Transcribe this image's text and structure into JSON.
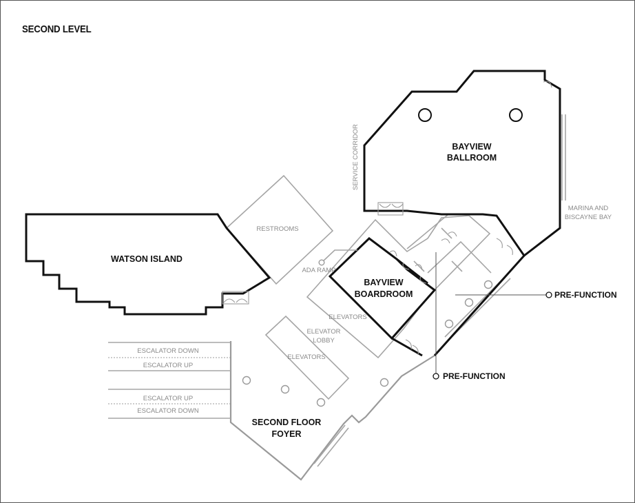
{
  "title": "SECOND LEVEL",
  "rooms": {
    "watson_island": "WATSON ISLAND",
    "bayview_ballroom_line1": "BAYVIEW",
    "bayview_ballroom_line2": "BALLROOM",
    "bayview_boardroom_line1": "BAYVIEW",
    "bayview_boardroom_line2": "BOARDROOM",
    "second_floor_foyer_line1": "SECOND FLOOR",
    "second_floor_foyer_line2": "FOYER"
  },
  "areas": {
    "restrooms": "RESTROOMS",
    "ada_ramp": "ADA RAMP",
    "service_corridor": "SERVICE CORRIDOR",
    "marina_line1": "MARINA AND",
    "marina_line2": "BISCAYNE BAY",
    "elevators_upper": "ELEVATORS",
    "elevator_lobby_line1": "ELEVATOR",
    "elevator_lobby_line2": "LOBBY",
    "elevators_lower": "ELEVATORS"
  },
  "escalators": [
    "ESCALATOR DOWN",
    "ESCALATOR UP",
    "ESCALATOR UP",
    "ESCALATOR DOWN"
  ],
  "callouts": {
    "pre_function_right": "PRE-FUNCTION",
    "pre_function_bottom": "PRE-FUNCTION"
  },
  "colors": {
    "meeting_room_outline": "#111111",
    "public_area_outline": "#a5a5a5"
  }
}
